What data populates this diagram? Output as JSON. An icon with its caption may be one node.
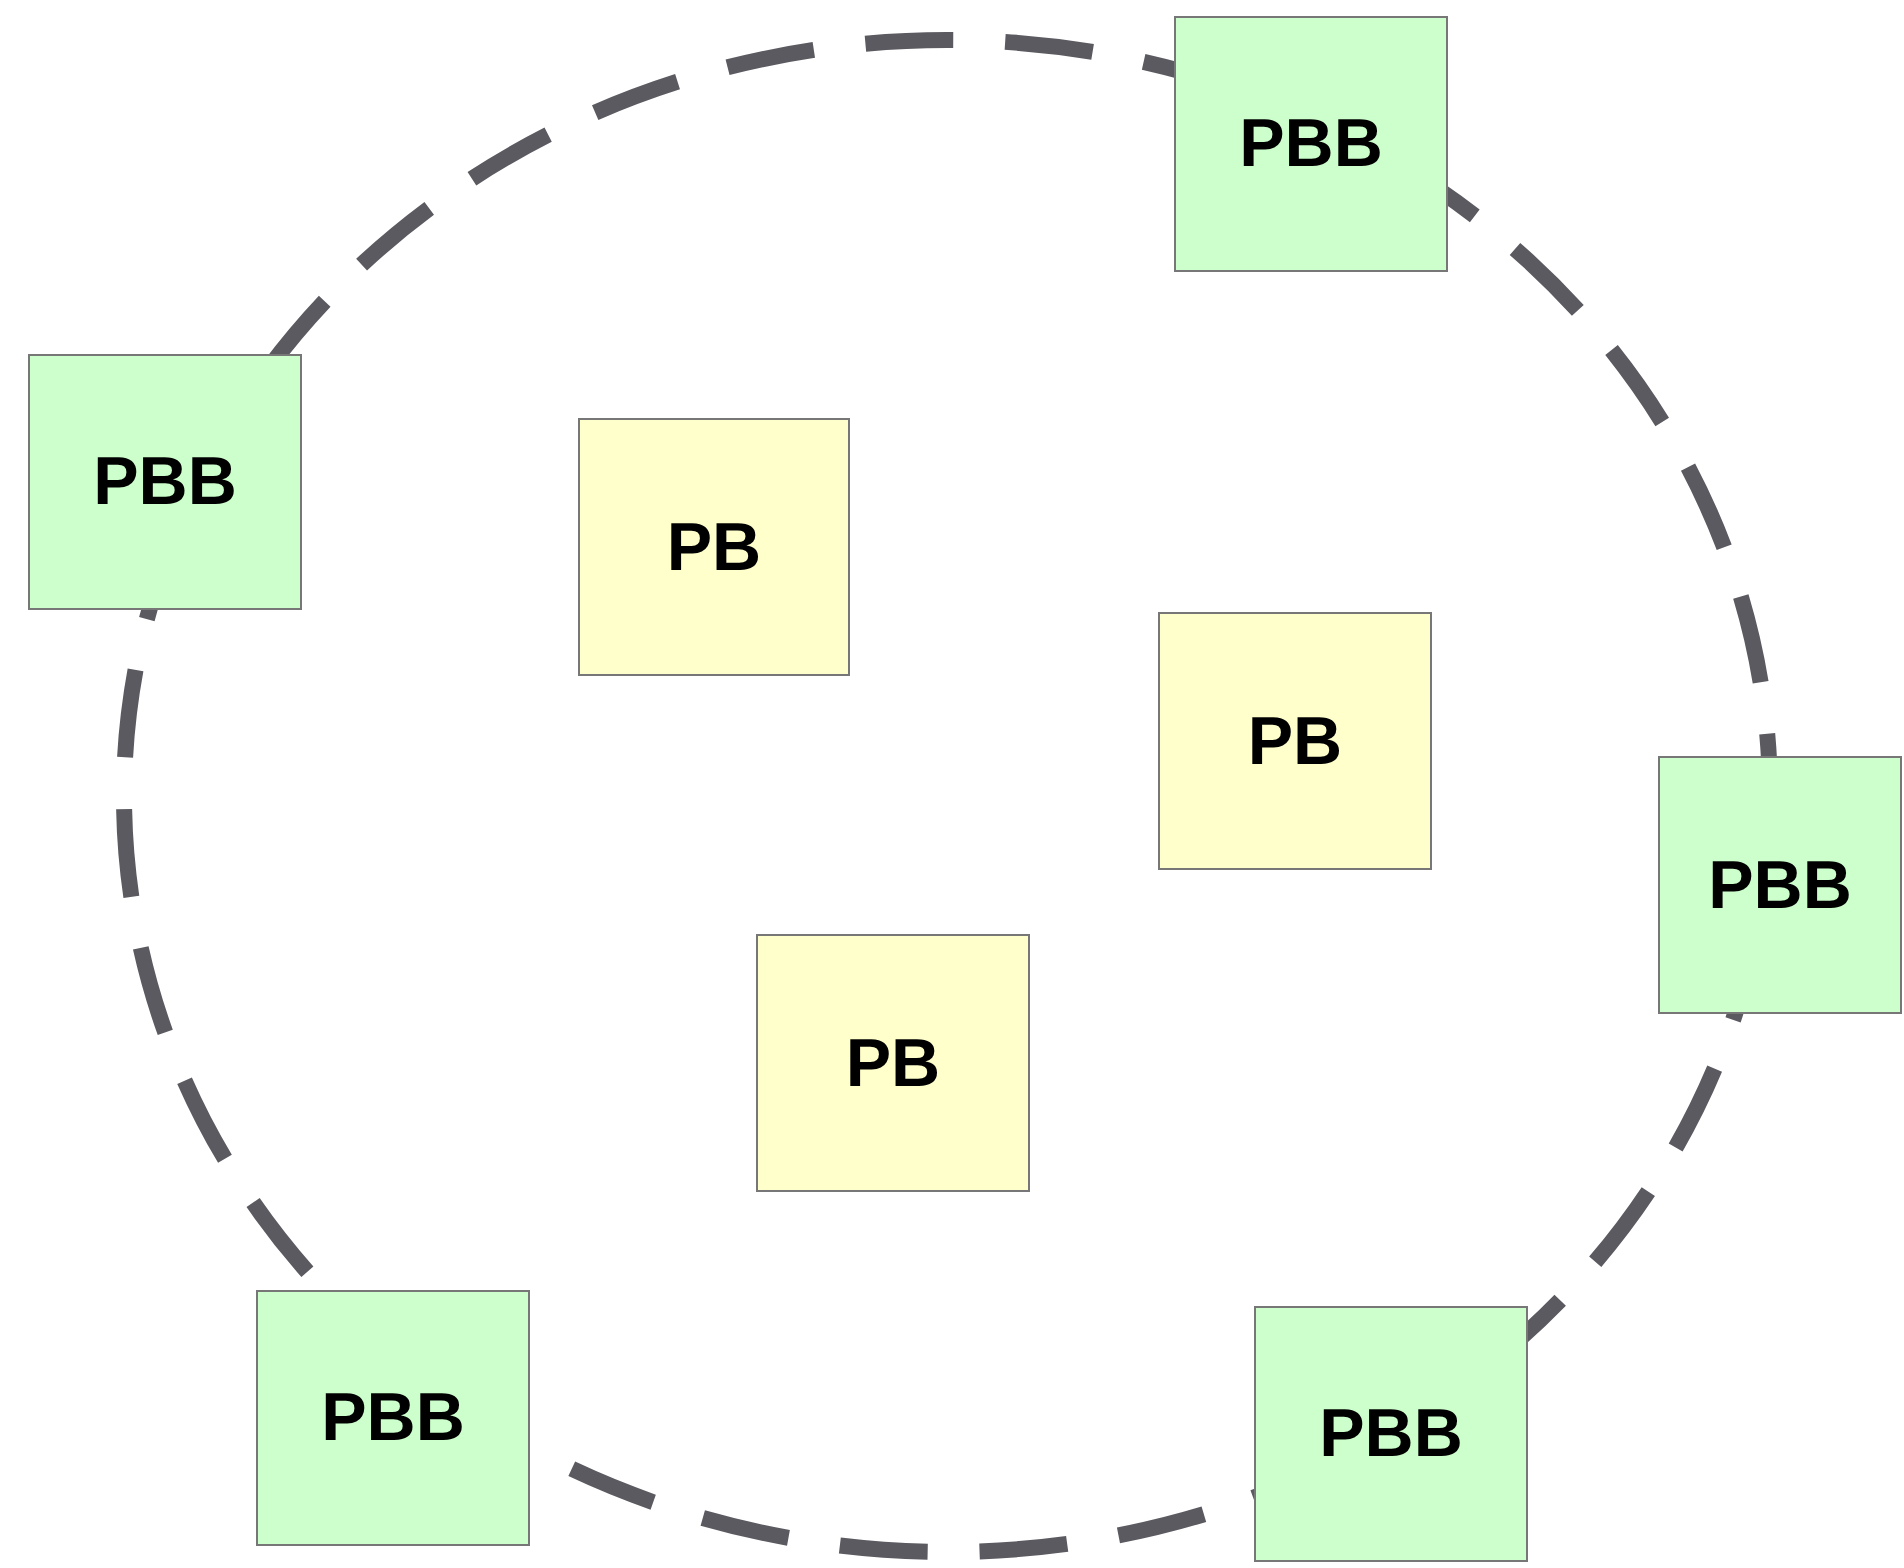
{
  "diagram": {
    "nodes": [
      {
        "text": [],
        "shape": "circle"
      },
      {
        "text": [
          "PBB"
        ]
      },
      {
        "text": [
          "PBB"
        ]
      },
      {
        "text": [
          "PB"
        ],
        "in": 0
      },
      {
        "text": [
          "PB"
        ],
        "in": 0
      },
      {
        "text": [
          "PBB"
        ]
      },
      {
        "text": [
          "PB"
        ],
        "in": 0
      },
      {
        "text": [
          "PBB"
        ]
      },
      {
        "text": [
          "PBB"
        ]
      }
    ]
  }
}
